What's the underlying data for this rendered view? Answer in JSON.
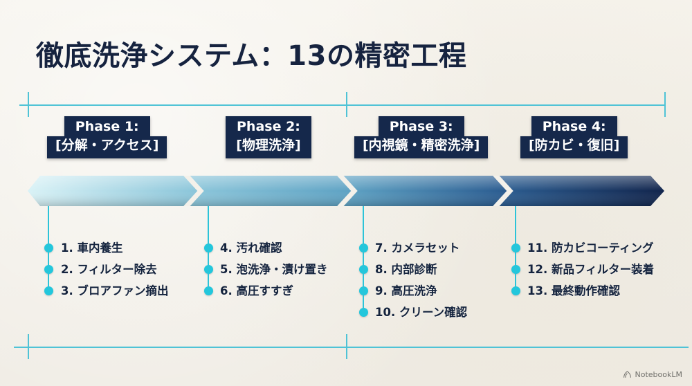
{
  "title": "徹底洗浄システム：13の精密工程",
  "colors": {
    "background": "#f4f1ea",
    "navy": "#15284b",
    "cyan": "#22c7dc",
    "rule": "#4fc3d6",
    "ribbon_start": "#d7f0f5",
    "ribbon_end": "#12264f"
  },
  "phases": [
    {
      "label": "Phase 1:",
      "subtitle": "[分解・アクセス]"
    },
    {
      "label": "Phase 2:",
      "subtitle": "[物理洗浄]"
    },
    {
      "label": "Phase 3:",
      "subtitle": "[内視鏡・精密洗浄]"
    },
    {
      "label": "Phase 4:",
      "subtitle": "[防カビ・復旧]"
    }
  ],
  "columns": [
    {
      "steps": [
        "1. 車内養生",
        "2. フィルター除去",
        "3. ブロアファン摘出"
      ]
    },
    {
      "steps": [
        "4. 汚れ確認",
        "5. 泡洗浄・漬け置き",
        "6. 高圧すすぎ"
      ]
    },
    {
      "steps": [
        "7. カメラセット",
        "8. 内部診断",
        "9. 高圧洗浄",
        "10. クリーン確認"
      ]
    },
    {
      "steps": [
        "11. 防カビコーティング",
        "12. 新品フィルター装着",
        "13. 最終動作確認"
      ]
    }
  ],
  "watermark": {
    "label": "NotebookLM",
    "icon": "notebooklm-icon"
  }
}
